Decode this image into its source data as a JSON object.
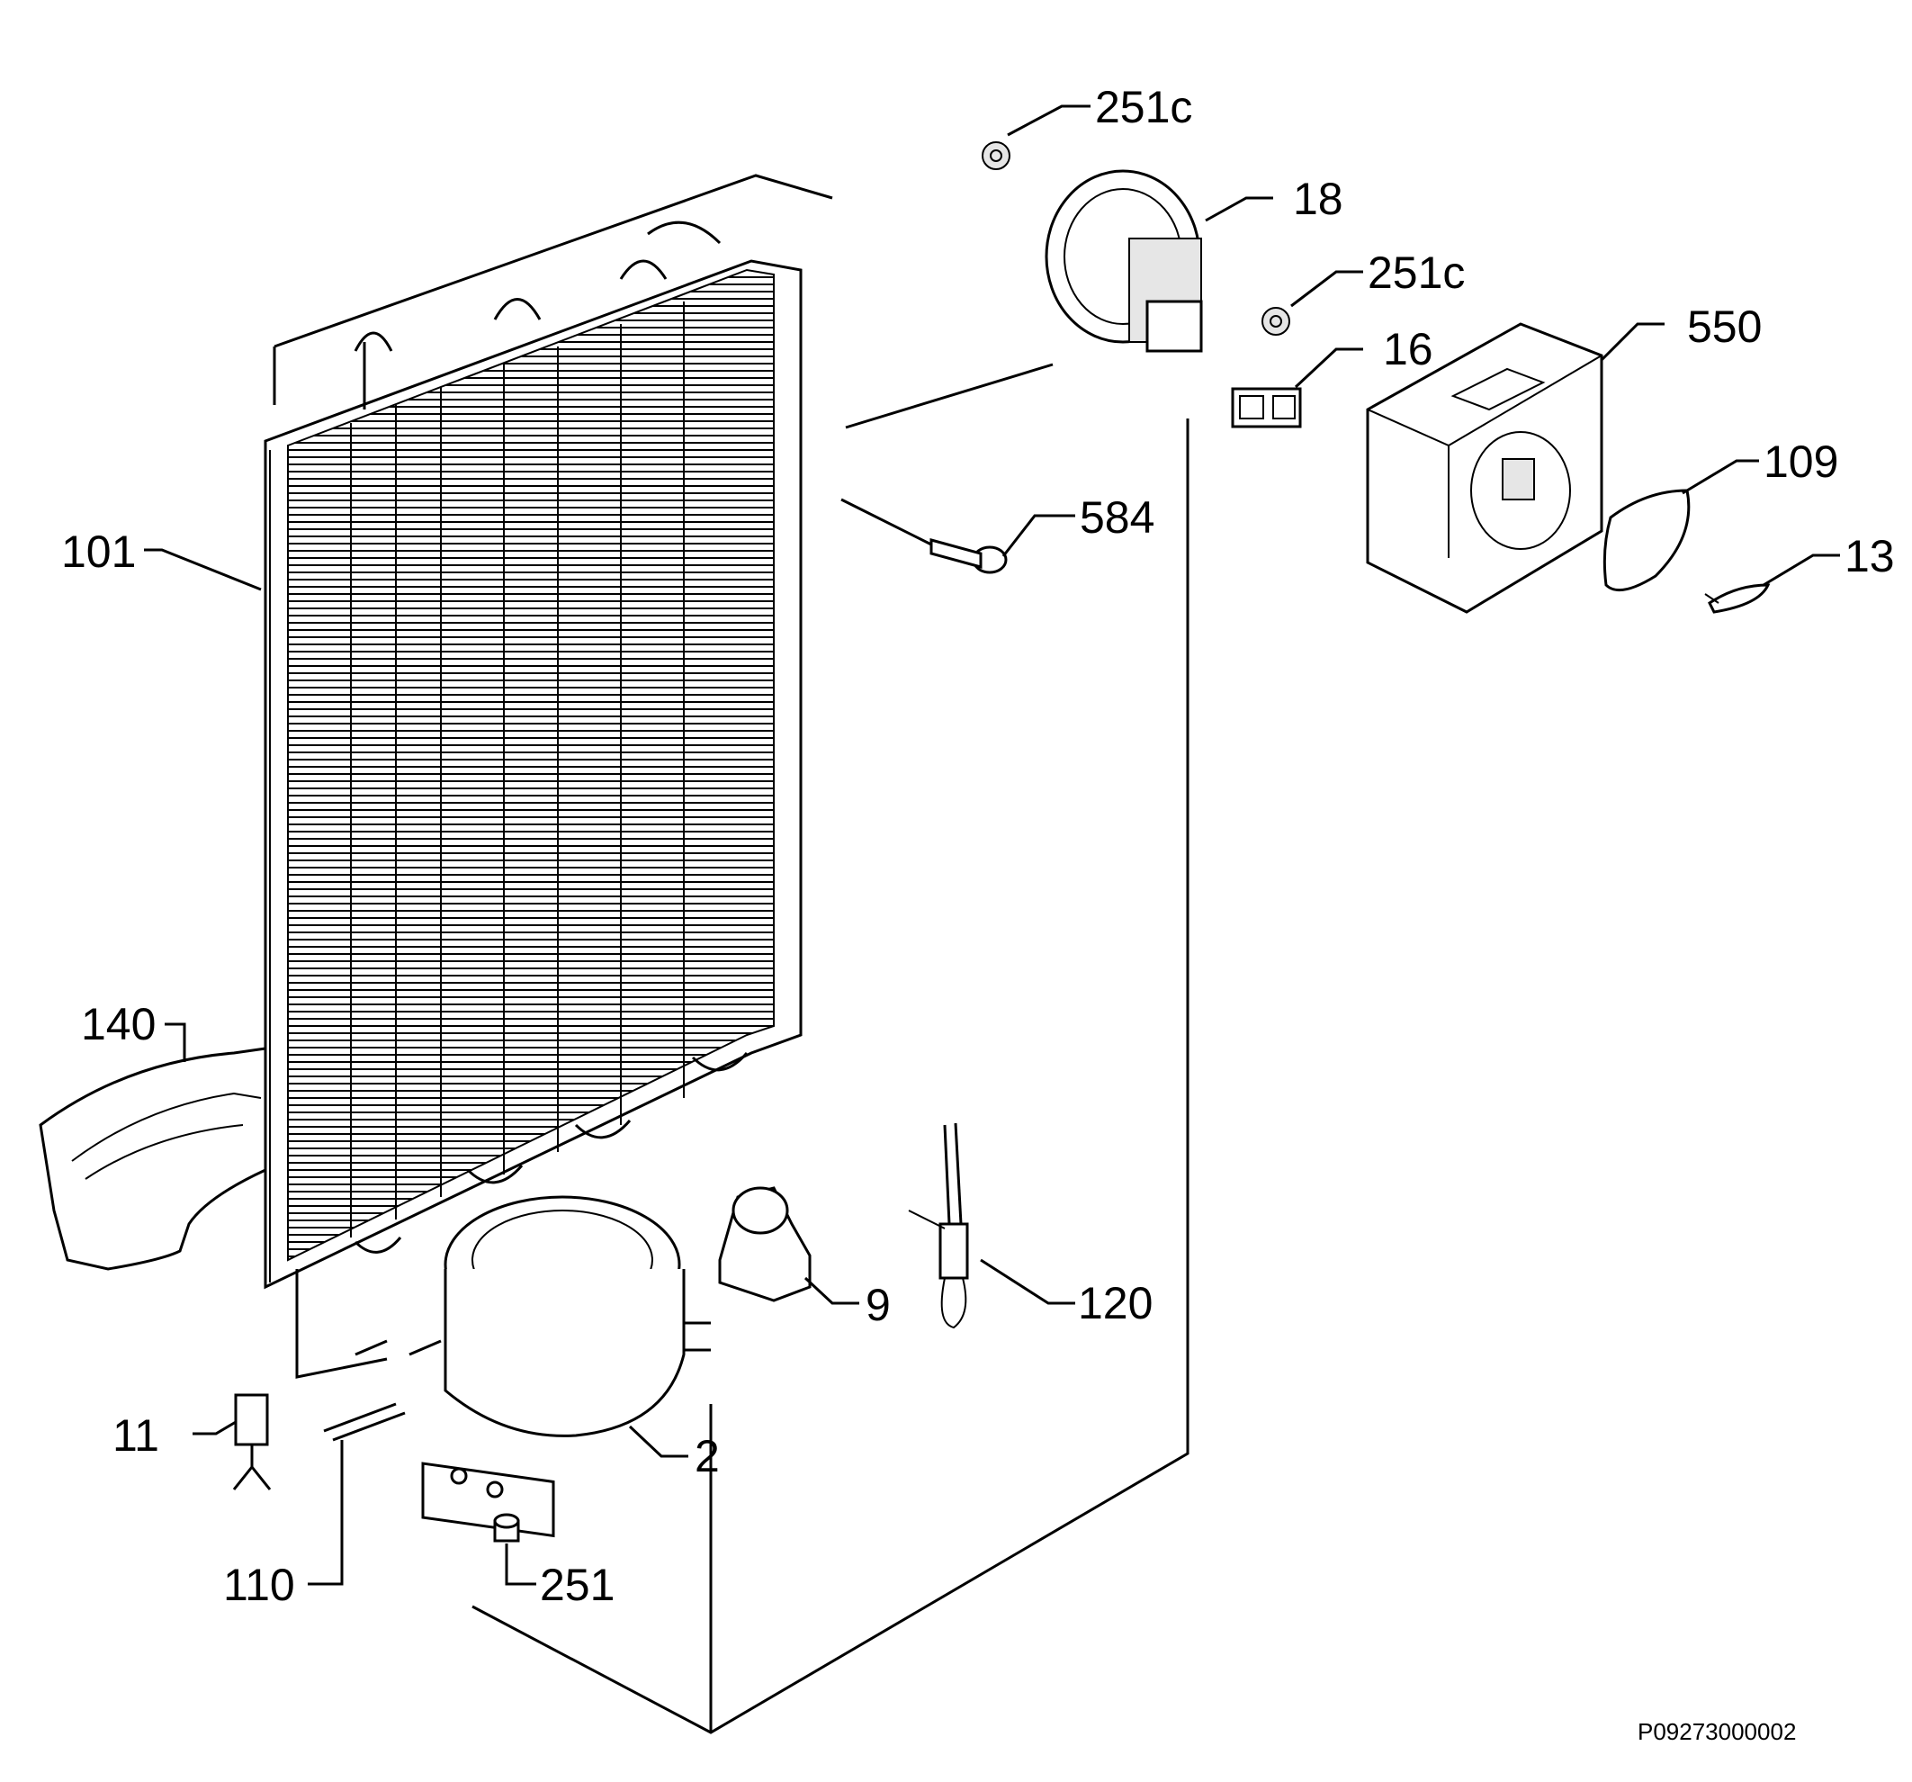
{
  "diagram": {
    "labels": {
      "p251c_top": "251c",
      "p18": "18",
      "p251c_mid": "251c",
      "p550": "550",
      "p16": "16",
      "p109": "109",
      "p584": "584",
      "p101": "101",
      "p13": "13",
      "p140": "140",
      "p9": "9",
      "p120": "120",
      "p11": "11",
      "p2": "2",
      "p110": "110",
      "p251": "251"
    },
    "drawing_code": "P09273000002"
  }
}
